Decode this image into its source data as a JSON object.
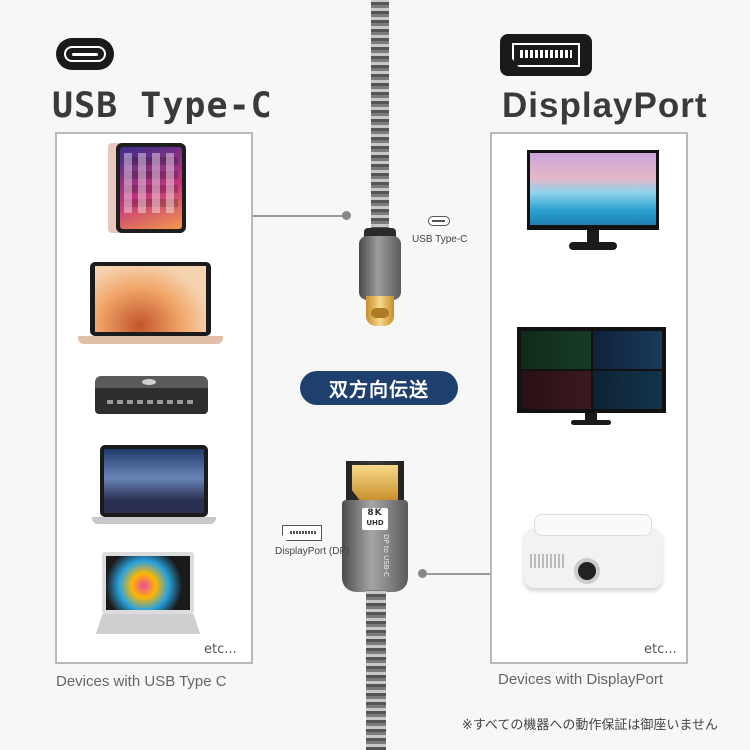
{
  "left": {
    "title": "USB Type-C",
    "etc": "etc...",
    "caption": "Devices with USB Type C",
    "devices": [
      "tablet-icon",
      "laptop-icon",
      "mini-desktop-icon",
      "laptop-icon",
      "laptop-icon"
    ]
  },
  "right": {
    "title": "DisplayPort",
    "etc": "etc...",
    "caption": "Devices with DisplayPort",
    "devices": [
      "monitor-icon",
      "monitor-icon",
      "projector-icon"
    ]
  },
  "cable": {
    "usbc_label": "USB Type-C",
    "dp_label": "DisplayPort (DP)",
    "badge_top": "8K",
    "badge_bottom": "UHD",
    "side_text": "DP to USB-C"
  },
  "center_badge": "双方向伝送",
  "note": "※すべての機器への動作保証は御座いません",
  "colors": {
    "accent": "#1f3f6e",
    "panel_border": "#b9b9b9",
    "connector_gold": "#e6b84c"
  }
}
